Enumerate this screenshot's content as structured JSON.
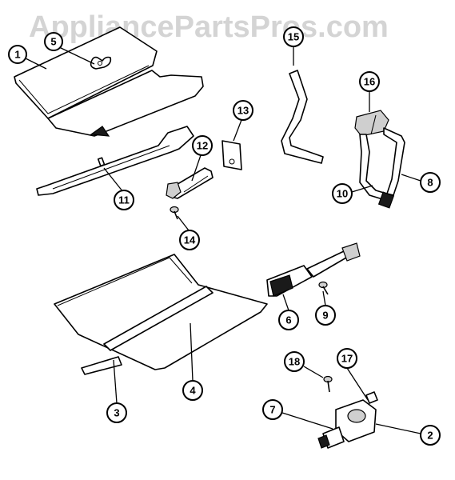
{
  "watermark": "AppliancePartsPros.com",
  "callouts": [
    {
      "id": "c1",
      "label": "1"
    },
    {
      "id": "c5",
      "label": "5"
    },
    {
      "id": "c15",
      "label": "15"
    },
    {
      "id": "c16",
      "label": "16"
    },
    {
      "id": "c13",
      "label": "13"
    },
    {
      "id": "c12",
      "label": "12"
    },
    {
      "id": "c11",
      "label": "11"
    },
    {
      "id": "c10",
      "label": "10"
    },
    {
      "id": "c8",
      "label": "8"
    },
    {
      "id": "c14",
      "label": "14"
    },
    {
      "id": "c6",
      "label": "6"
    },
    {
      "id": "c9",
      "label": "9"
    },
    {
      "id": "c4",
      "label": "4"
    },
    {
      "id": "c3",
      "label": "3"
    },
    {
      "id": "c18",
      "label": "18"
    },
    {
      "id": "c17",
      "label": "17"
    },
    {
      "id": "c7",
      "label": "7"
    },
    {
      "id": "c2",
      "label": "2"
    }
  ]
}
